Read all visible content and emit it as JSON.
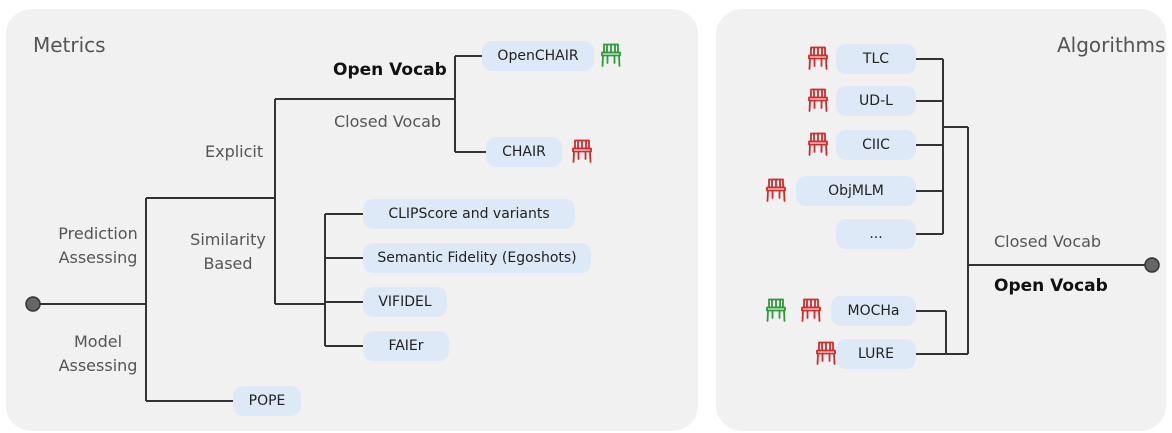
{
  "metrics": {
    "title": "Metrics",
    "labels": {
      "prediction": "Prediction Assessing",
      "model": "Model Assessing",
      "explicit": "Explicit",
      "similarity": "Similarity Based",
      "open_vocab": "Open Vocab",
      "closed_vocab": "Closed Vocab"
    },
    "nodes": {
      "openchair": "OpenCHAIR",
      "chair": "CHAIR",
      "clipscore": "CLIPScore and variants",
      "semantic": "Semantic Fidelity (Egoshots)",
      "vifidel": "VIFIDEL",
      "faier": "FAIEr",
      "pope": "POPE"
    }
  },
  "algorithms": {
    "title": "Algorithms",
    "labels": {
      "closed_vocab": "Closed Vocab",
      "open_vocab": "Open Vocab"
    },
    "nodes": {
      "tlc": "TLC",
      "udl": "UD-L",
      "ciic": "CIIC",
      "objmlm": "ObjMLM",
      "ellipsis": "...",
      "mocha": "MOCHa",
      "lure": "LURE"
    }
  },
  "colors": {
    "chair_green": "#2e9a3a",
    "chair_red": "#d42a2a",
    "node_fill": "#dde9f6",
    "panel_fill": "#f1f1f1",
    "line": "#333333"
  },
  "icons": {
    "chair": "chair-icon"
  }
}
